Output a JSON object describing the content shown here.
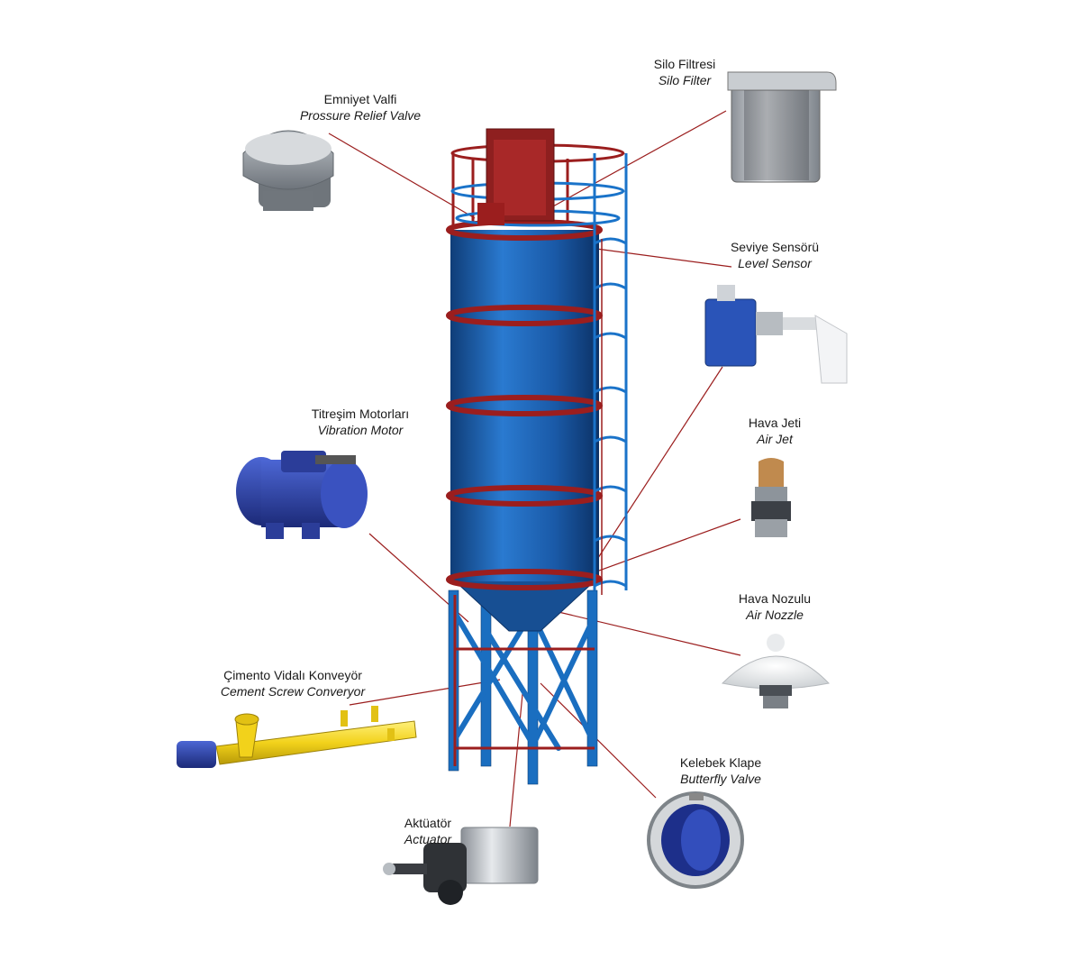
{
  "diagram": {
    "components": [
      {
        "id": "pressure-relief-valve",
        "tr": "Emniyet Valfi",
        "en": "Prossure Relief Valve"
      },
      {
        "id": "silo-filter",
        "tr": "Silo Filtresi",
        "en": "Silo Filter"
      },
      {
        "id": "level-sensor",
        "tr": "Seviye Sensörü",
        "en": "Level Sensor"
      },
      {
        "id": "vibration-motor",
        "tr": "Titreşim Motorları",
        "en": "Vibration Motor"
      },
      {
        "id": "air-jet",
        "tr": "Hava Jeti",
        "en": "Air Jet"
      },
      {
        "id": "air-nozzle",
        "tr": "Hava Nozulu",
        "en": "Air Nozzle"
      },
      {
        "id": "cement-screw-conveyor",
        "tr": "Çimento Vidalı Konveyör",
        "en": "Cement Screw Converyor"
      },
      {
        "id": "butterfly-valve",
        "tr": "Kelebek Klape",
        "en": "Butterfly Valve"
      },
      {
        "id": "actuator",
        "tr": "Aktüatör",
        "en": "Actuator"
      }
    ],
    "colors": {
      "silo_body": "#1e5fa8",
      "silo_shade": "#123f78",
      "frame_red": "#9b1e1e",
      "ladder_blue": "#1a73c9",
      "leader_line": "#9b1e1e",
      "conveyor_yellow": "#f2d21b",
      "motor_blue": "#2a3f9e"
    }
  }
}
